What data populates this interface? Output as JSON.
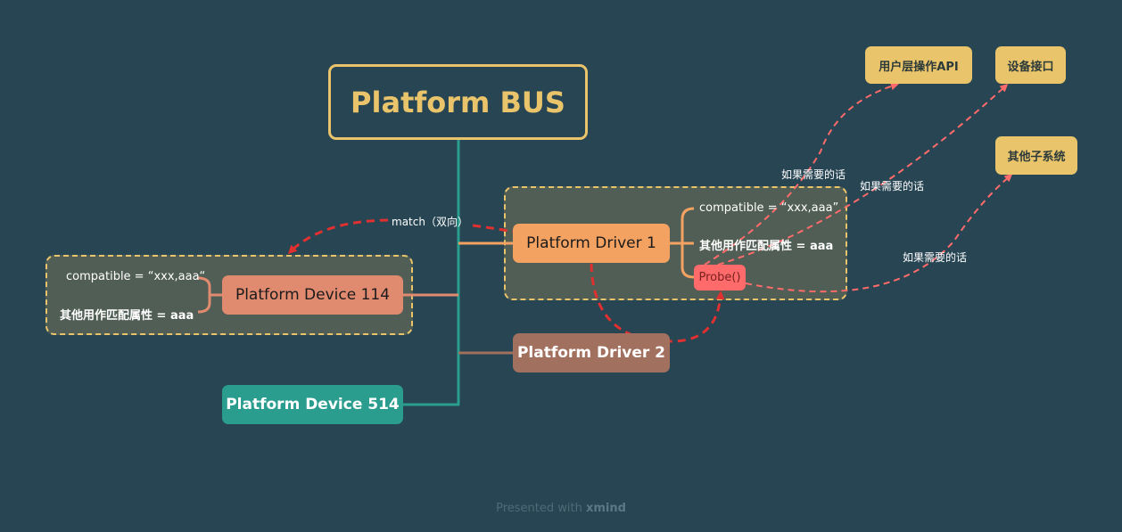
{
  "root": {
    "label": "Platform BUS"
  },
  "nodes": {
    "device114": {
      "label": "Platform Device 114"
    },
    "driver1": {
      "label": "Platform Driver 1"
    },
    "driver2": {
      "label": "Platform Driver 2"
    },
    "device514": {
      "label": "Platform Device 514"
    },
    "probe": {
      "label": "Probe()"
    }
  },
  "device114_attrs": {
    "compatible": "compatible = “xxx,aaa“",
    "other": "其他用作匹配属性 = aaa"
  },
  "driver1_attrs": {
    "compatible": "compatible = “xxx,aaa”",
    "other": "其他用作匹配属性 = aaa"
  },
  "external": {
    "user_api": "用户层操作API",
    "device_interface": "设备接口",
    "other_subsystem": "其他子系统"
  },
  "relations": {
    "match": "match（双向）",
    "if_needed_1": "如果需要的话",
    "if_needed_2": "如果需要的话",
    "if_needed_3": "如果需要的话"
  },
  "colors": {
    "background": "#274553",
    "accent": "#E9C46A",
    "bus_line": "#2A9D8F",
    "relation_red": "#E03030",
    "relation_pink": "#FF6B6B"
  },
  "footer": {
    "prefix": "Presented with ",
    "brand": "xmind"
  }
}
